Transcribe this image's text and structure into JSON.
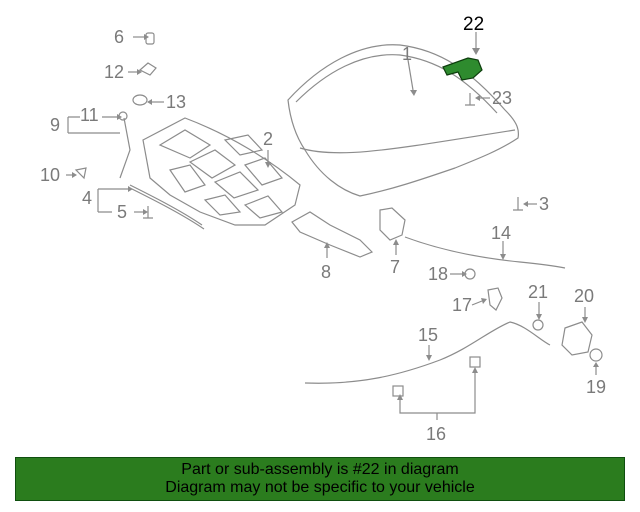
{
  "diagram": {
    "highlighted_part": "22",
    "highlight_color": "#2e8b2e",
    "line_color": "#8c8c8c",
    "callouts": [
      "1",
      "2",
      "3",
      "4",
      "5",
      "6",
      "7",
      "8",
      "9",
      "10",
      "11",
      "12",
      "13",
      "14",
      "15",
      "16",
      "17",
      "18",
      "19",
      "20",
      "21",
      "22",
      "23"
    ]
  },
  "banner": {
    "line1": "Part or sub-assembly is #22 in diagram",
    "line2": "Diagram may not be specific to your vehicle",
    "background": "#2b7c1e",
    "text_color": "#000000"
  }
}
